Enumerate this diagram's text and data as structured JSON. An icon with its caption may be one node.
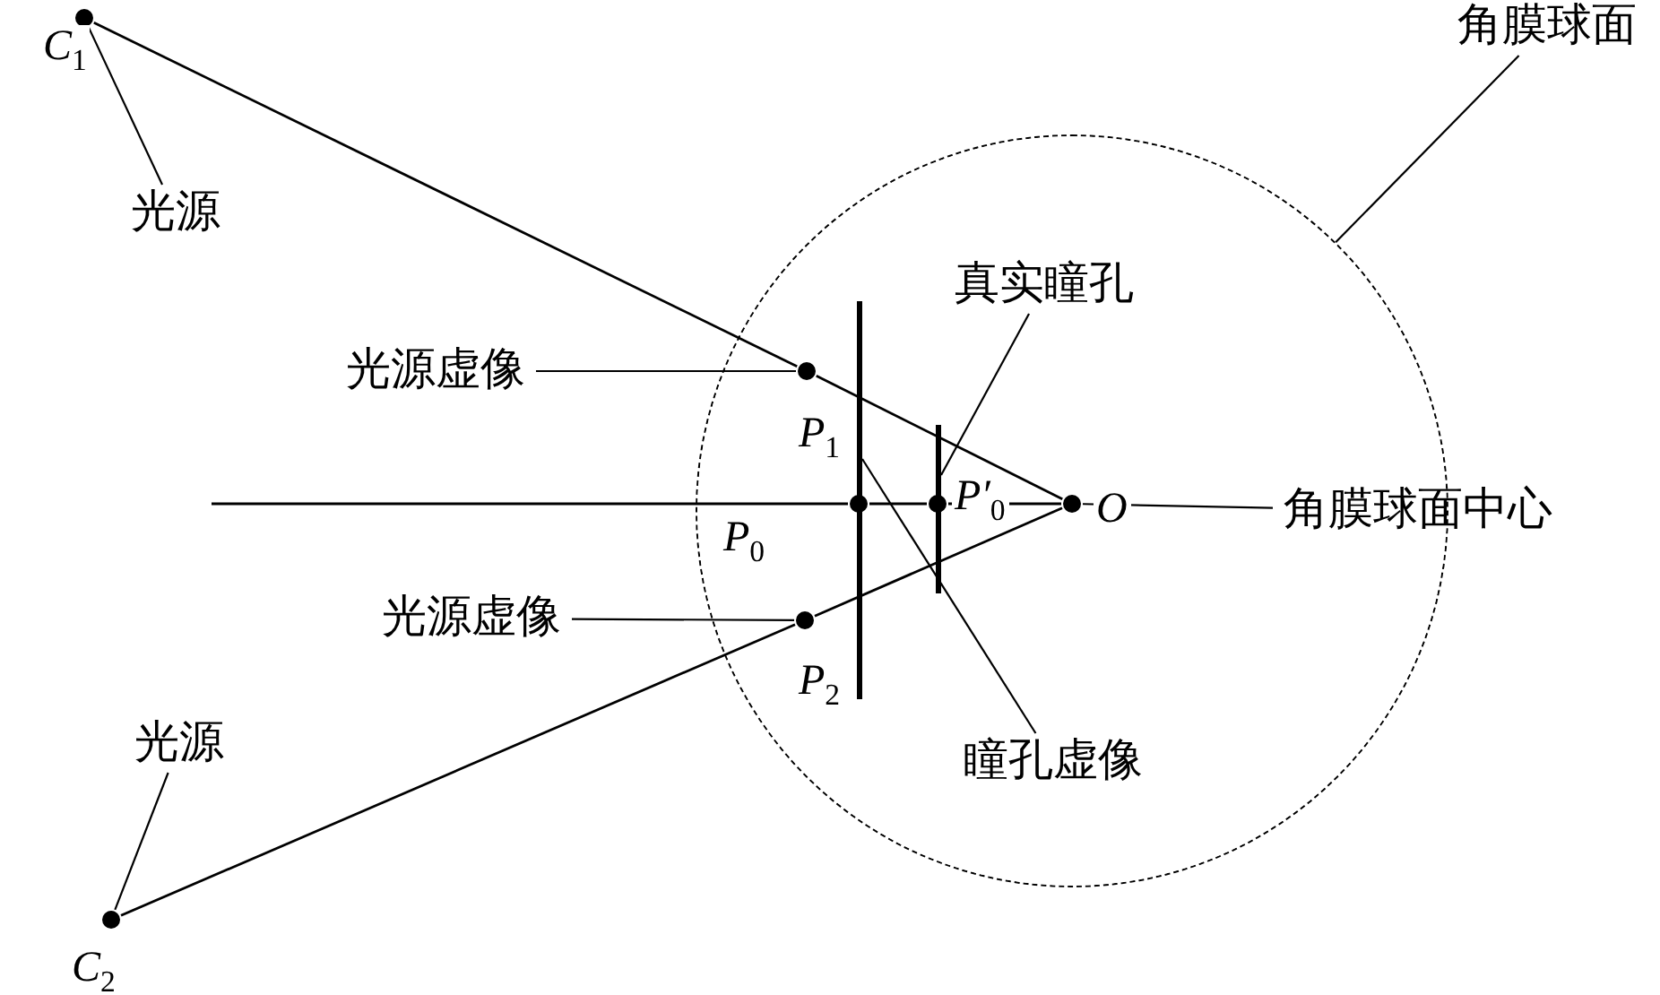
{
  "diagram": {
    "nodes": [
      {
        "text": [
          "光源"
        ]
      },
      {
        "text": [],
        "shape": "circle",
        "beside": [
          "C$_{1}$"
        ]
      },
      {
        "text": [
          "光源虚像"
        ]
      },
      {
        "text": [],
        "shape": "circle",
        "beside": [
          "P$_{1}$"
        ],
        "in": 12
      },
      {
        "text": [
          "真实瞳孔"
        ],
        "in": 12
      },
      {
        "text": [],
        "shape": "bar",
        "in": 12
      },
      {
        "text": [],
        "shape": "bar",
        "in": 12
      },
      {
        "text": [],
        "shape": "circle",
        "beside": [
          "P$_{0}$"
        ],
        "in": 12
      },
      {
        "text": [],
        "shape": "circle",
        "beside": [
          "P′$_{0}$"
        ],
        "in": 12
      },
      {
        "text": [],
        "shape": "circle",
        "beside": [
          "O"
        ],
        "in": 12
      },
      {
        "text": [
          "角膜球面中心"
        ]
      },
      {
        "text": [
          "角膜球面"
        ]
      },
      {
        "text": [],
        "shape": "circle"
      },
      {
        "text": [
          "瞳孔虚像"
        ],
        "in": 12
      },
      {
        "text": [
          "光源虚像"
        ]
      },
      {
        "text": [],
        "shape": "circle",
        "beside": [
          "P$_{2}$"
        ],
        "in": 12
      },
      {
        "text": [
          "光源"
        ]
      },
      {
        "text": [],
        "shape": "circle",
        "beside": [
          "C$_{2}$"
        ]
      }
    ],
    "edges": [
      {
        "from": 0,
        "to": 1,
        "arrow": "none"
      },
      {
        "from": 2,
        "to": 3,
        "arrow": "none"
      },
      {
        "from": 4,
        "to": 6,
        "arrow": "none"
      },
      {
        "from": 11,
        "to": 12,
        "arrow": "none"
      },
      {
        "from": 10,
        "to": 9,
        "arrow": "none"
      },
      {
        "from": 13,
        "to": 5,
        "arrow": "none"
      },
      {
        "from": 14,
        "to": 15,
        "arrow": "none"
      },
      {
        "from": 16,
        "to": 17,
        "arrow": "none"
      },
      {
        "from": 1,
        "to": 3,
        "arrow": "none"
      },
      {
        "from": 3,
        "to": 9,
        "arrow": "none"
      },
      {
        "from": 17,
        "to": 15,
        "arrow": "none"
      },
      {
        "from": 15,
        "to": 9,
        "arrow": "none"
      },
      {
        "from": null,
        "to": 7,
        "arrow": "none"
      },
      {
        "from": 7,
        "to": 8,
        "arrow": "none"
      },
      {
        "from": 8,
        "to": 9,
        "arrow": "none"
      }
    ]
  }
}
